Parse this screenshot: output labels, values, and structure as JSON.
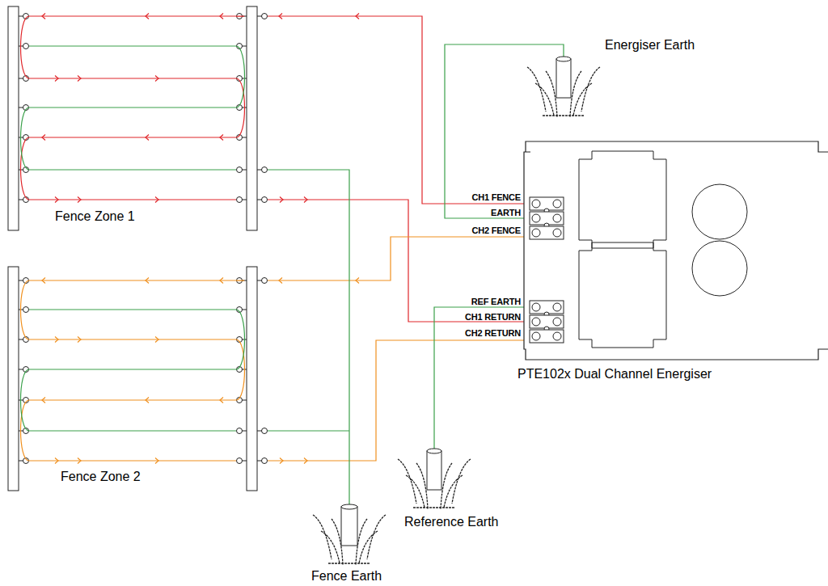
{
  "diagram": {
    "nodes": [
      {
        "text": [
          "PTE102x Dual Channel Energiser"
        ]
      }
    ],
    "labels": [
      "Energiser Earth",
      "CH1 FENCE",
      "EARTH",
      "CH2 FENCE",
      "REF EARTH",
      "CH1 RETURN",
      "CH2 RETURN",
      "Fence Zone 1",
      "Fence Zone 2",
      "Reference Earth",
      "Fence Earth"
    ]
  }
}
